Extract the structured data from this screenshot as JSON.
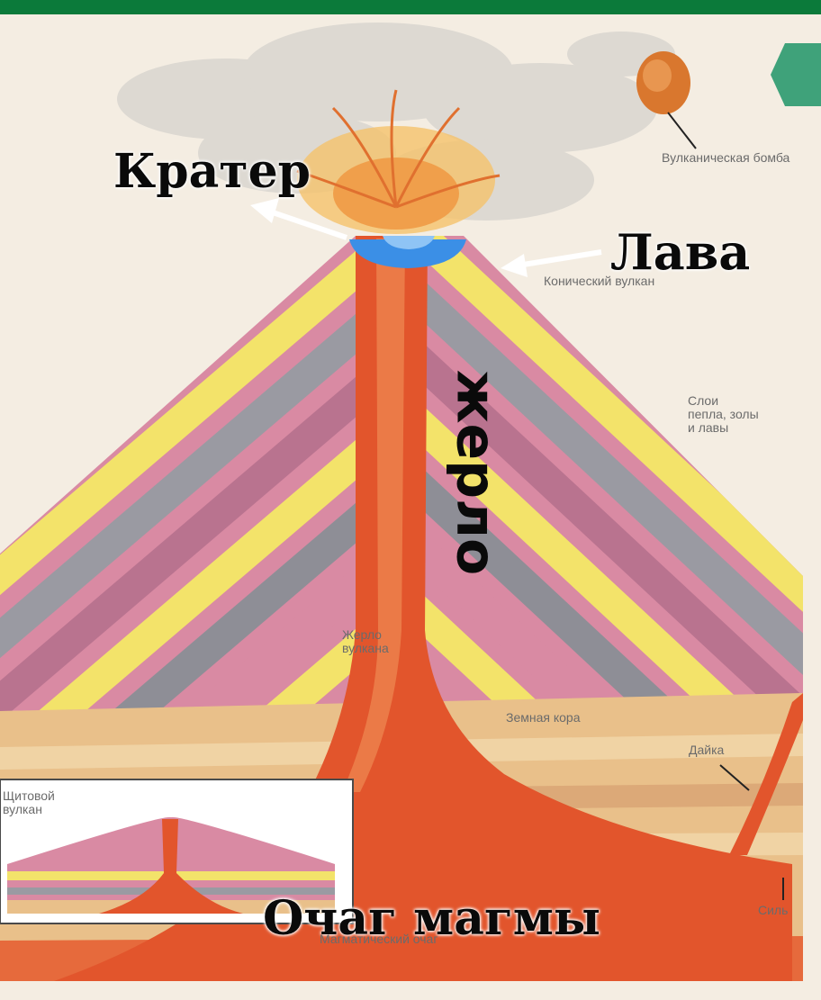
{
  "colors": {
    "frame_green": "#0b7a3a",
    "magma": "#e2552c",
    "crater_marker": "#3b8fe6",
    "layer_pink": "#d98aa3",
    "layer_yellow": "#f3e36a",
    "layer_gray": "#9a9aa2",
    "layer_mauve": "#b9738f",
    "crust_tan": "#e9c08a"
  },
  "labels": {
    "crater": "Кратер",
    "lava": "Лава",
    "vent": "жерло",
    "magma_focus": "Очаг магмы"
  },
  "captions": {
    "volcanic_bomb": "Вулканическая бомба",
    "conical_volcano": "Конический вулкан",
    "layers": "Слои пепла, золы и лавы",
    "vent_small": "Жерло вулкана",
    "earth_crust": "Земная кора",
    "dike": "Дайка",
    "sill": "Силь",
    "magma_chamber": "Магматический очаг",
    "shield_volcano": "Щитовой вулкан"
  },
  "icons": [
    "arrow-icon",
    "crater-arc-icon",
    "volcanic-bomb-icon",
    "pointer-arrow-icon"
  ]
}
